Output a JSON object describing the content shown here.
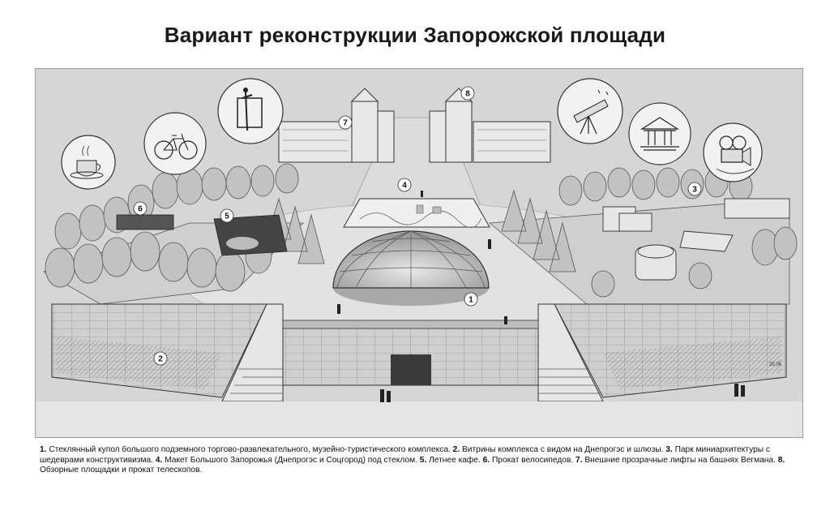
{
  "title": "Вариант реконструкции Запорожской площади",
  "illustration": {
    "icons": {
      "coffee": "coffee-cup-icon",
      "bicycle": "bicycle-icon",
      "sculpture": "sculpture-icon",
      "telescope": "telescope-icon",
      "museum": "museum-icon",
      "camera": "movie-camera-icon"
    },
    "markers": [
      {
        "label": "1"
      },
      {
        "label": "2"
      },
      {
        "label": "3"
      },
      {
        "label": "4"
      },
      {
        "label": "5"
      },
      {
        "label": "6"
      },
      {
        "label": "7"
      },
      {
        "label": "8"
      }
    ],
    "signature": "25.06"
  },
  "caption": {
    "items": [
      {
        "num": "1.",
        "text": " Стеклянный купол большого подземного торгово-развлекательного, музейно-туристического комплекса. "
      },
      {
        "num": "2.",
        "text": " Витрины комплекса с видом на Днепрогэс и шлюзы. "
      },
      {
        "num": "3.",
        "text": " Парк миниархитектуры с шедеврами конструктивизма. "
      },
      {
        "num": "4.",
        "text": " Макет Большого Запорожья (Днепрогэс и Соцгород) под стеклом. "
      },
      {
        "num": "5.",
        "text": " Летнее кафе. "
      },
      {
        "num": "6.",
        "text": " Прокат велосипедов. "
      },
      {
        "num": "7.",
        "text": " Внешние прозрачные лифты на башнях Вегмана. "
      },
      {
        "num": "8.",
        "text": " Обзорные площадки и прокат телескопов."
      }
    ]
  },
  "colors": {
    "paper": "#d6d6d6",
    "ink": "#2a2a2a",
    "tree": "#bdbdbd",
    "ground": "#e4e4e4"
  }
}
